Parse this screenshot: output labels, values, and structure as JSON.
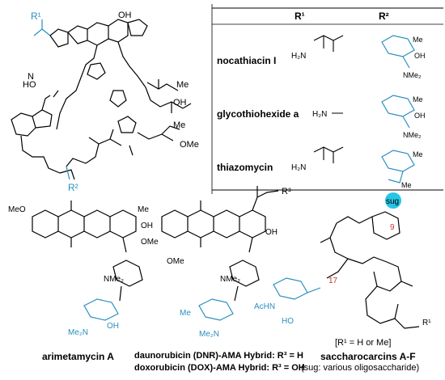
{
  "table": {
    "header_r1": "R¹",
    "header_r2": "R²",
    "rows": [
      {
        "name": "nocathiacin I"
      },
      {
        "name": "glycothiohexide a"
      },
      {
        "name": "thiazomycin"
      }
    ]
  },
  "top_structure": {
    "atoms": {
      "r1": "R¹",
      "r2": "R²",
      "oh_top": "OH",
      "ho_left": "HO",
      "n_ho": "N",
      "ome": "OMe",
      "me": "Me",
      "oh_thr": "OH"
    }
  },
  "captions": {
    "arimetamycin": "arimetamycin A",
    "dnr": "daunorubicin (DNR)-AMA Hybrid: R³ = H",
    "dox": "doxorubicin (DOX)-AMA Hybrid: R³ = OH",
    "saccharocarcins": "saccharocarcins A-F",
    "r1_note": "[R¹ = H or Me]",
    "sug_note": "(sug: various oligosaccharide)"
  },
  "saccharocarcin": {
    "sug_badge": "sug",
    "c9": "9",
    "c17": "17",
    "acHN": "AcHN",
    "ho": "HO",
    "r1": "R¹"
  },
  "fragments": {
    "r1_amide": "H₂N",
    "r1_amine": "H₂N",
    "nme2": "NMe₂",
    "oh": "OH",
    "me": "Me",
    "r3": "R³"
  },
  "colors": {
    "accent_blue": "#2a8fc1",
    "sug_cyan": "#27c5e6",
    "locant_red": "#c0392b"
  }
}
